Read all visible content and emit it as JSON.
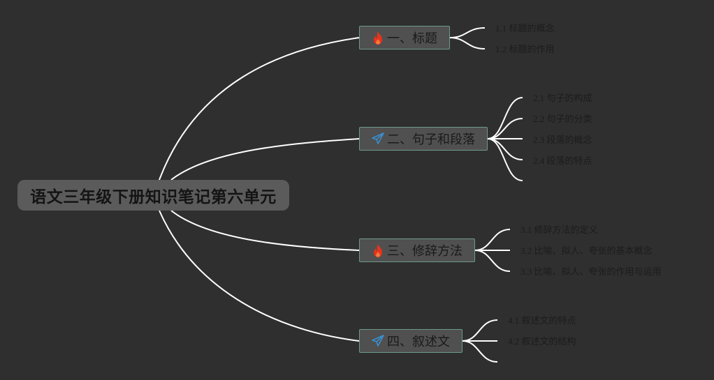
{
  "root": {
    "label": "语文三年级下册知识笔记第六单元"
  },
  "branches": [
    {
      "label": "一、标题",
      "icon": "fire-icon",
      "children": [
        "1.1 标题的概念",
        "1.2 标题的作用"
      ]
    },
    {
      "label": "二、句子和段落",
      "icon": "paper-plane-icon",
      "children": [
        "2.1 句子的构成",
        "2.2 句子的分类",
        "2.3 段落的概念",
        "2.4 段落的特点",
        ""
      ]
    },
    {
      "label": "三、修辞方法",
      "icon": "fire-icon",
      "children": [
        "3.1 修辞方法的定义",
        "3.2 比喻、拟人、夸张的基本概念",
        "3.3 比喻、拟人、夸张的作用与运用"
      ]
    },
    {
      "label": "四、叙述文",
      "icon": "paper-plane-icon",
      "children": [
        "4.1 叙述文的特点",
        "4.2 叙述文的结构",
        ""
      ]
    }
  ],
  "colors": {
    "background": "#2f2f2f",
    "connector": "#ffffff",
    "fire_icon": "#e8331c",
    "plane_icon": "#3a8fd0",
    "branch_border": "#6d9a8a"
  }
}
